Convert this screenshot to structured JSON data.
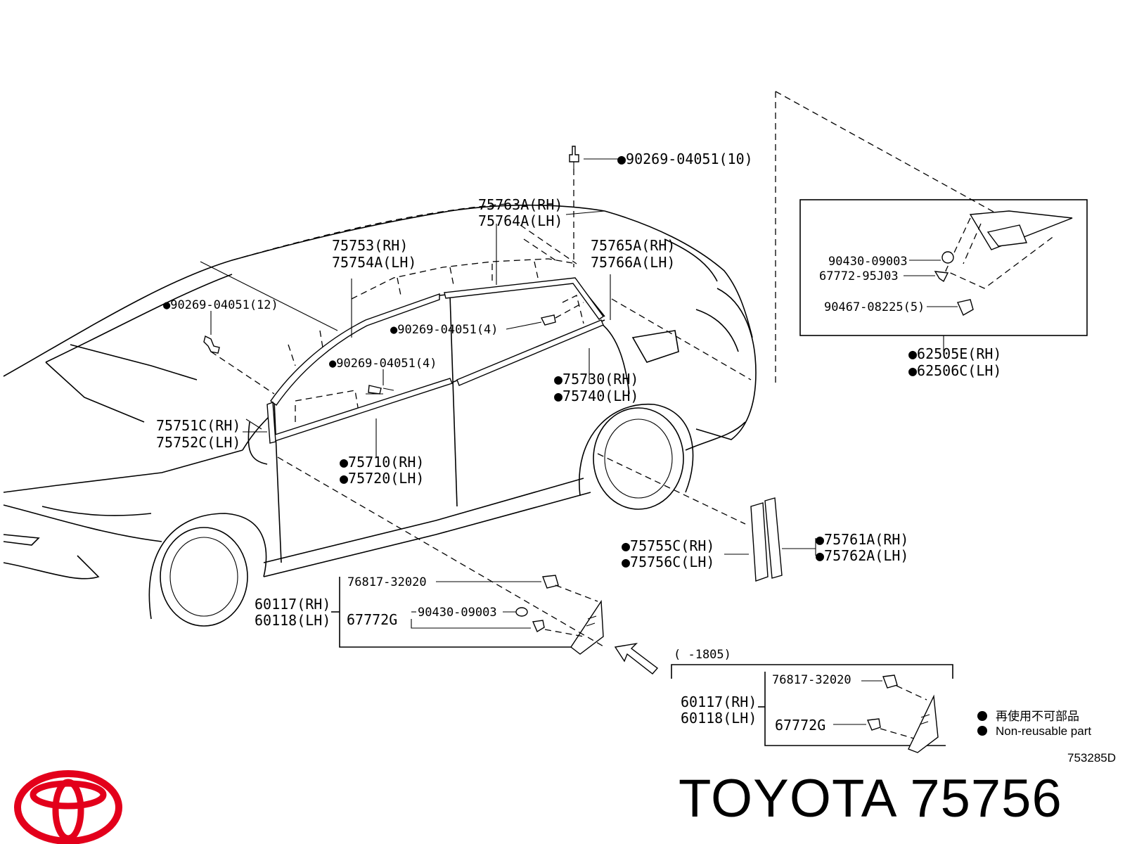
{
  "diagram": {
    "labels": {
      "clip_top": "●90269-04051(10)",
      "l_75763": "75763A(RH)",
      "l_75764": "75764A(LH)",
      "l_75753": "75753(RH)",
      "l_75754": "75754A(LH)",
      "l_75765": "75765A(RH)",
      "l_75766": "75766A(LH)",
      "clip_12": "●90269-04051(12)",
      "clip_4a": "●90269-04051(4)",
      "clip_4b": "●90269-04051(4)",
      "l_75730": "●75730(RH)",
      "l_75740": "●75740(LH)",
      "l_75751": "75751C(RH)",
      "l_75752": "75752C(LH)",
      "l_75710": "●75710(RH)",
      "l_75720": "●75720(LH)",
      "l_75755": "●75755C(RH)",
      "l_75756": "●75756C(LH)",
      "l_75761": "●75761A(RH)",
      "l_75762": "●75762A(LH)",
      "inset_90430": "90430-09003",
      "inset_67772": "67772-95J03",
      "inset_90467": "90467-08225(5)",
      "l_62505": "●62505E(RH)",
      "l_62506": "●62506C(LH)",
      "a_76817": "76817-32020",
      "a_60117": "60117(RH)",
      "a_60118": "60118(LH)",
      "a_67772": "67772G",
      "a_90430": "90430-09003",
      "b_range": "(      -1805)",
      "b_76817": "76817-32020",
      "b_60117": "60117(RH)",
      "b_60118": "60118(LH)",
      "b_67772": "67772G"
    },
    "legend": {
      "line1": "再使用不可部品",
      "line2": "Non-reusable part"
    },
    "diagram_code": "753285D"
  },
  "footer": {
    "brand": "TOYOTA 75756",
    "logo_color": "#e3001b"
  }
}
